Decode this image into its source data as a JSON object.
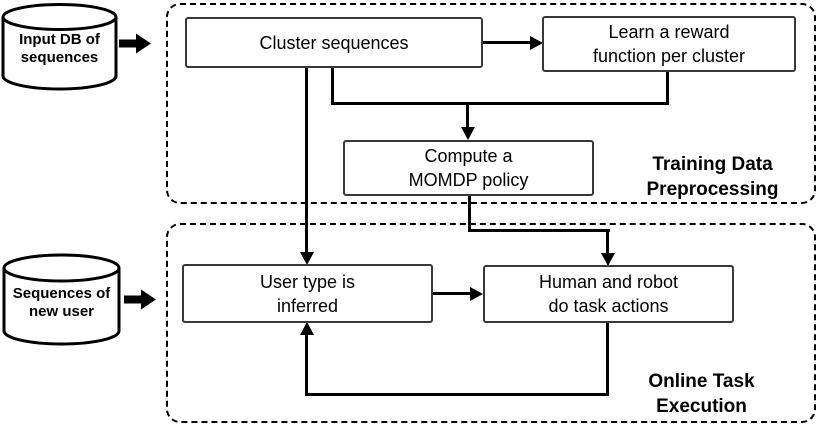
{
  "colors": {
    "background": "#ffffff",
    "ink": "#000000",
    "box_border": "#383838"
  },
  "sections": {
    "training": {
      "title_line1": "Training Data",
      "title_line2": "Preprocessing"
    },
    "online": {
      "title_line1": "Online Task",
      "title_line2": "Execution"
    }
  },
  "databases": {
    "input_db": {
      "label_line1": "Input DB of",
      "label_line2": "sequences"
    },
    "new_user": {
      "label_line1": "Sequences of",
      "label_line2": "new user"
    }
  },
  "nodes": {
    "cluster": {
      "label": "Cluster sequences"
    },
    "learn": {
      "label_line1": "Learn a reward",
      "label_line2": "function per cluster"
    },
    "compute": {
      "label_line1": "Compute a",
      "label_line2": "MOMDP policy"
    },
    "user_type": {
      "label_line1": "User type is",
      "label_line2": "inferred"
    },
    "human_robot": {
      "label_line1": "Human and robot",
      "label_line2": "do task actions"
    }
  }
}
